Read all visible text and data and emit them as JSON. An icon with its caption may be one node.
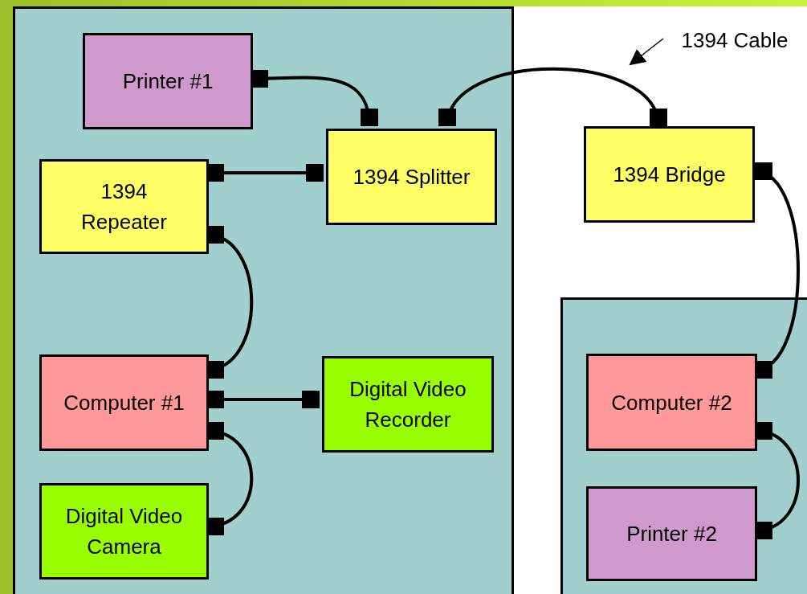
{
  "diagram": {
    "nodes": [
      {
        "text": [],
        "shape": "box"
      },
      {
        "text": [
          "Printer #1"
        ],
        "in": 0
      },
      {
        "text": [
          "1394 Splitter"
        ],
        "in": 0
      },
      {
        "text": [
          "1394 Repeater"
        ],
        "in": 0
      },
      {
        "text": [
          "Computer #1"
        ],
        "in": 0
      },
      {
        "text": [
          "Digital Video Recorder"
        ],
        "in": 0
      },
      {
        "text": [
          "Digital Video Camera"
        ],
        "in": 0
      },
      {
        "text": [
          "1394 Bridge"
        ]
      },
      {
        "text": [],
        "shape": "box"
      },
      {
        "text": [
          "Computer #2"
        ],
        "in": 8
      },
      {
        "text": [
          "Printer #2"
        ],
        "in": 8
      },
      {
        "text": [
          "1394 Cable"
        ]
      }
    ],
    "edges": [
      {
        "from": 1,
        "to": 2,
        "arrow": "other"
      },
      {
        "from": 3,
        "to": 2,
        "arrow": "other"
      },
      {
        "from": 2,
        "to": 7,
        "arrow": "other"
      },
      {
        "from": 3,
        "to": 4,
        "arrow": "other"
      },
      {
        "from": 4,
        "to": 5,
        "arrow": "other"
      },
      {
        "from": 4,
        "to": 6,
        "arrow": "other"
      },
      {
        "from": 7,
        "to": 9,
        "arrow": "other"
      },
      {
        "from": 9,
        "to": 10,
        "arrow": "other"
      },
      {
        "from": 11,
        "to": null,
        "arrow": "to"
      }
    ]
  }
}
